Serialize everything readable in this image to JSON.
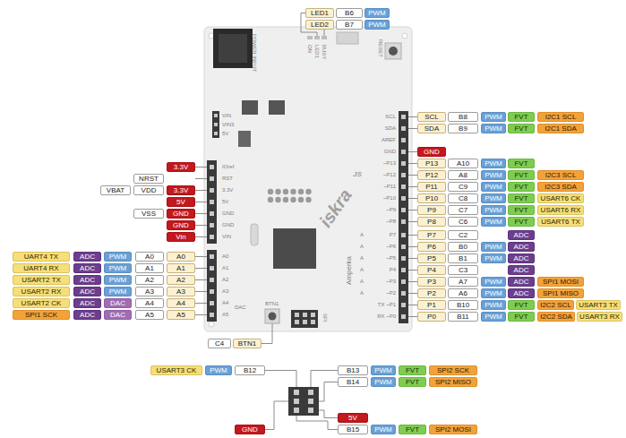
{
  "diagram": {
    "nodes": [
      {
        "text": [
          "LED1"
        ]
      },
      {
        "text": [
          "B6"
        ]
      },
      {
        "text": [
          "PWM"
        ]
      },
      {
        "text": [
          "LED2"
        ]
      },
      {
        "text": [
          "B7"
        ]
      },
      {
        "text": [
          "PWM"
        ]
      },
      {
        "text": [
          "SCL"
        ]
      },
      {
        "text": [
          "B8"
        ]
      },
      {
        "text": [
          "PWM"
        ]
      },
      {
        "text": [
          "FVT"
        ]
      },
      {
        "text": [
          "I2C1 SCL"
        ]
      },
      {
        "text": [
          "SDA"
        ]
      },
      {
        "text": [
          "B9"
        ]
      },
      {
        "text": [
          "PWM"
        ]
      },
      {
        "text": [
          "FVT"
        ]
      },
      {
        "text": [
          "I2C1 SDA"
        ]
      },
      {
        "text": [
          "GND"
        ]
      },
      {
        "text": [
          "P13"
        ]
      },
      {
        "text": [
          "A10"
        ]
      },
      {
        "text": [
          "PWM"
        ]
      },
      {
        "text": [
          "FVT"
        ]
      },
      {
        "text": [
          "P12"
        ]
      },
      {
        "text": [
          "A8"
        ]
      },
      {
        "text": [
          "PWM"
        ]
      },
      {
        "text": [
          "FVT"
        ]
      },
      {
        "text": [
          "I2C3 SCL"
        ]
      },
      {
        "text": [
          "P11"
        ]
      },
      {
        "text": [
          "C9"
        ]
      },
      {
        "text": [
          "PWM"
        ]
      },
      {
        "text": [
          "FVT"
        ]
      },
      {
        "text": [
          "I2C3 SDA"
        ]
      },
      {
        "text": [
          "P10"
        ]
      },
      {
        "text": [
          "C8"
        ]
      },
      {
        "text": [
          "PWM"
        ]
      },
      {
        "text": [
          "FVT"
        ]
      },
      {
        "text": [
          "USART6 CK"
        ]
      },
      {
        "text": [
          "P9"
        ]
      },
      {
        "text": [
          "C7"
        ]
      },
      {
        "text": [
          "PWM"
        ]
      },
      {
        "text": [
          "FVT"
        ]
      },
      {
        "text": [
          "USART6 RX"
        ]
      },
      {
        "text": [
          "P8"
        ]
      },
      {
        "text": [
          "C6"
        ]
      },
      {
        "text": [
          "PWM"
        ]
      },
      {
        "text": [
          "FVT"
        ]
      },
      {
        "text": [
          "USART6 TX"
        ]
      },
      {
        "text": [
          "P7"
        ]
      },
      {
        "text": [
          "C2"
        ]
      },
      {
        "text": [
          "ADC"
        ]
      },
      {
        "text": [
          "P6"
        ]
      },
      {
        "text": [
          "B0"
        ]
      },
      {
        "text": [
          "PWM"
        ]
      },
      {
        "text": [
          "ADC"
        ]
      },
      {
        "text": [
          "P5"
        ]
      },
      {
        "text": [
          "B1"
        ]
      },
      {
        "text": [
          "PWM"
        ]
      },
      {
        "text": [
          "ADC"
        ]
      },
      {
        "text": [
          "P4"
        ]
      },
      {
        "text": [
          "C3"
        ]
      },
      {
        "text": [
          "ADC"
        ]
      },
      {
        "text": [
          "P3"
        ]
      },
      {
        "text": [
          "A7"
        ]
      },
      {
        "text": [
          "PWM"
        ]
      },
      {
        "text": [
          "ADC"
        ]
      },
      {
        "text": [
          "SPI1 MOSI"
        ]
      },
      {
        "text": [
          "P2"
        ]
      },
      {
        "text": [
          "A6"
        ]
      },
      {
        "text": [
          "PWM"
        ]
      },
      {
        "text": [
          "ADC"
        ]
      },
      {
        "text": [
          "SPI1 MISO"
        ]
      },
      {
        "text": [
          "P1"
        ]
      },
      {
        "text": [
          "B10"
        ]
      },
      {
        "text": [
          "PWM"
        ]
      },
      {
        "text": [
          "FVT"
        ]
      },
      {
        "text": [
          "I2C2 SCL"
        ]
      },
      {
        "text": [
          "USART3 TX"
        ]
      },
      {
        "text": [
          "P0"
        ]
      },
      {
        "text": [
          "B11"
        ]
      },
      {
        "text": [
          "PWM"
        ]
      },
      {
        "text": [
          "FVT"
        ]
      },
      {
        "text": [
          "I2C2 SDA"
        ]
      },
      {
        "text": [
          "USART3 RX"
        ]
      },
      {
        "text": [
          "3.3V"
        ]
      },
      {
        "text": [
          "NRST"
        ]
      },
      {
        "text": [
          "VBAT"
        ]
      },
      {
        "text": [
          "VDD"
        ]
      },
      {
        "text": [
          "3.3V"
        ]
      },
      {
        "text": [
          "5V"
        ]
      },
      {
        "text": [
          "VSS"
        ]
      },
      {
        "text": [
          "GND"
        ]
      },
      {
        "text": [
          "GND"
        ]
      },
      {
        "text": [
          "Vin"
        ]
      },
      {
        "text": [
          "UART4 TX"
        ]
      },
      {
        "text": [
          "ADC"
        ]
      },
      {
        "text": [
          "PWM"
        ]
      },
      {
        "text": [
          "A0"
        ]
      },
      {
        "text": [
          "A0"
        ]
      },
      {
        "text": [
          "UART4 RX"
        ]
      },
      {
        "text": [
          "ADC"
        ]
      },
      {
        "text": [
          "PWM"
        ]
      },
      {
        "text": [
          "A1"
        ]
      },
      {
        "text": [
          "A1"
        ]
      },
      {
        "text": [
          "USART2 TX"
        ]
      },
      {
        "text": [
          "ADC"
        ]
      },
      {
        "text": [
          "PWM"
        ]
      },
      {
        "text": [
          "A2"
        ]
      },
      {
        "text": [
          "A2"
        ]
      },
      {
        "text": [
          "USART2 RX"
        ]
      },
      {
        "text": [
          "ADC"
        ]
      },
      {
        "text": [
          "PWM"
        ]
      },
      {
        "text": [
          "A3"
        ]
      },
      {
        "text": [
          "A3"
        ]
      },
      {
        "text": [
          "USART2 CK"
        ]
      },
      {
        "text": [
          "ADC"
        ]
      },
      {
        "text": [
          "DAC"
        ]
      },
      {
        "text": [
          "A4"
        ]
      },
      {
        "text": [
          "A4"
        ]
      },
      {
        "text": [
          "SPI1 SCK"
        ]
      },
      {
        "text": [
          "ADC"
        ]
      },
      {
        "text": [
          "DAC"
        ]
      },
      {
        "text": [
          "A5"
        ]
      },
      {
        "text": [
          "A5"
        ]
      },
      {
        "text": [
          "C4"
        ]
      },
      {
        "text": [
          "BTN1"
        ]
      },
      {
        "text": [
          "USART3 CK"
        ]
      },
      {
        "text": [
          "PWM"
        ]
      },
      {
        "text": [
          "B12"
        ]
      },
      {
        "text": [
          "B13"
        ]
      },
      {
        "text": [
          "PWM"
        ]
      },
      {
        "text": [
          "FVT"
        ]
      },
      {
        "text": [
          "SPI2 SCK"
        ]
      },
      {
        "text": [
          "B14"
        ]
      },
      {
        "text": [
          "PWM"
        ]
      },
      {
        "text": [
          "FVT"
        ]
      },
      {
        "text": [
          "SPI2 MISO"
        ]
      },
      {
        "text": [
          "5V"
        ]
      },
      {
        "text": [
          "GND"
        ]
      },
      {
        "text": [
          "B15"
        ]
      },
      {
        "text": [
          "PWM"
        ]
      },
      {
        "text": [
          "FVT"
        ]
      },
      {
        "text": [
          "SPI2 MOSI"
        ]
      }
    ],
    "labels": [
      "POWER INPUT",
      "ON",
      "LED1",
      "BUSY",
      "RESET",
      "VIN",
      "VIN3",
      "5V",
      "IOref",
      "RST",
      "3.3V",
      "5V",
      "GND",
      "GND",
      "VIN",
      "A0",
      "A1",
      "A2",
      "A3",
      "A4",
      "A5",
      "DAC",
      "SCL",
      "SDA",
      "AREF",
      "GND",
      "~P13",
      "~P12",
      "~P11",
      "~P10",
      "~P9",
      "~P8",
      "P7",
      "~P6",
      "~P5",
      "P4",
      "~P3",
      "~P2",
      "TX ~P1",
      "RX ~P0",
      "A",
      "A",
      "A",
      "A",
      "A",
      "A",
      "BTN1",
      "SPI",
      "iskra",
      "JS",
      "Amperka"
    ]
  }
}
